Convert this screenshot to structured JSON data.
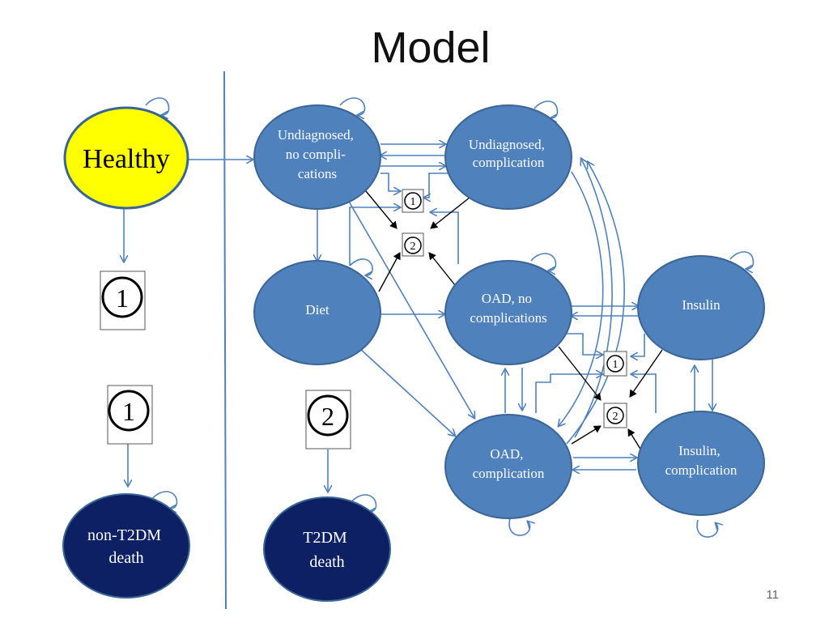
{
  "title": "Model",
  "page_number": "11",
  "colors": {
    "node_fill": "#4f81bd",
    "node_stroke": "#3a6595",
    "healthy_fill": "#ffff00",
    "death_fill": "#0d2063",
    "arrow_blue": "#4f81bd",
    "arrow_black": "#000000"
  },
  "nodes": {
    "healthy": {
      "label": "Healthy"
    },
    "undiag_no_comp": {
      "lines": [
        "Undiagnosed,",
        "no compli-",
        "cations"
      ]
    },
    "undiag_comp": {
      "lines": [
        "Undiagnosed,",
        "complication"
      ]
    },
    "diet": {
      "lines": [
        "Diet"
      ]
    },
    "oad_no_comp": {
      "lines": [
        "OAD, no",
        "complications"
      ]
    },
    "insulin": {
      "lines": [
        "Insulin"
      ]
    },
    "oad_comp": {
      "lines": [
        "OAD,",
        "complication"
      ]
    },
    "insulin_comp": {
      "lines": [
        "Insulin,",
        "complication"
      ]
    },
    "non_t2dm_death": {
      "lines": [
        "non-T2DM",
        "death"
      ]
    },
    "t2dm_death": {
      "lines": [
        "T2DM",
        "death"
      ]
    }
  },
  "markers": {
    "left_1a": "1",
    "left_1b": "1",
    "mid_2": "2",
    "top_1": "1",
    "top_2": "2",
    "right_1": "1",
    "right_2": "2"
  }
}
